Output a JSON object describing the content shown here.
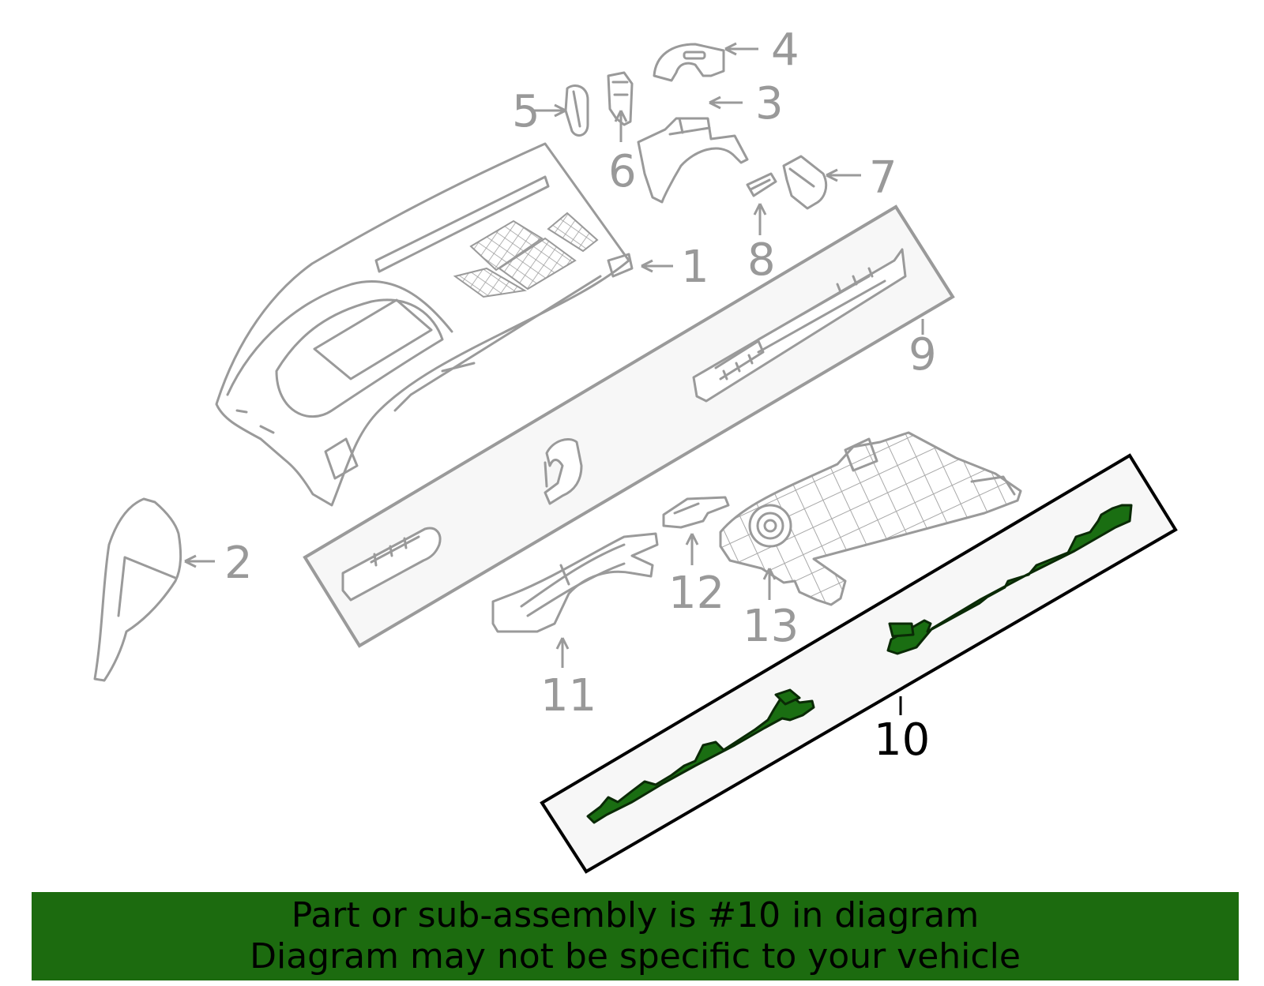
{
  "callouts": {
    "c1": "1",
    "c2": "2",
    "c3": "3",
    "c4": "4",
    "c5": "5",
    "c6": "6",
    "c7": "7",
    "c8": "8",
    "c9": "9",
    "c10": "10",
    "c11": "11",
    "c12": "12",
    "c13": "13"
  },
  "highlight": {
    "part_number": "10",
    "color": "#1c6b0f"
  },
  "banner": {
    "line1": "Part or sub-assembly is #10 in diagram",
    "line2": "Diagram may not be specific to your vehicle"
  }
}
